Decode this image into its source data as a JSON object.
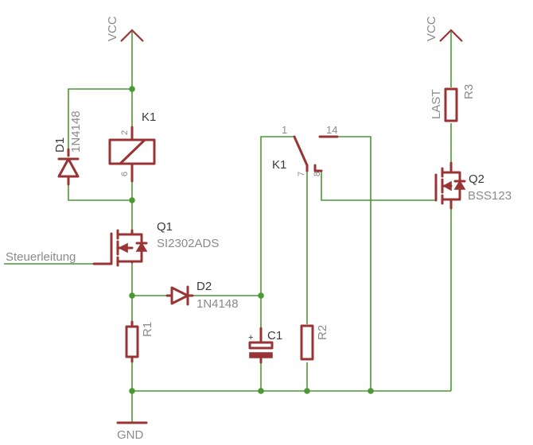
{
  "supply": {
    "vcc_left": "VCC",
    "vcc_right": "VCC",
    "gnd": "GND"
  },
  "input_signal": "Steuerleitung",
  "relay": {
    "coil_ref": "K1",
    "coil_pin_top": "2",
    "coil_pin_bottom": "6",
    "switch_ref": "K1",
    "switch_pin_com": "1",
    "switch_pin_no": "14",
    "switch_pin_7": "7",
    "switch_pin_8": "8"
  },
  "d1": {
    "ref": "D1",
    "value": "1N4148"
  },
  "d2": {
    "ref": "D2",
    "value": "1N4148"
  },
  "q1": {
    "ref": "Q1",
    "value": "SI2302ADS"
  },
  "q2": {
    "ref": "Q2",
    "value": "BSS123"
  },
  "r1": {
    "ref": "R1"
  },
  "r2": {
    "ref": "R2"
  },
  "r3": {
    "ref": "R3",
    "value": "LAST"
  },
  "c1": {
    "ref": "C1",
    "polarity": "+"
  },
  "colors": {
    "wire": "#4a9a33",
    "component": "#9a3434",
    "label": "#3a3a3a",
    "value_label": "#8a8a8a"
  }
}
